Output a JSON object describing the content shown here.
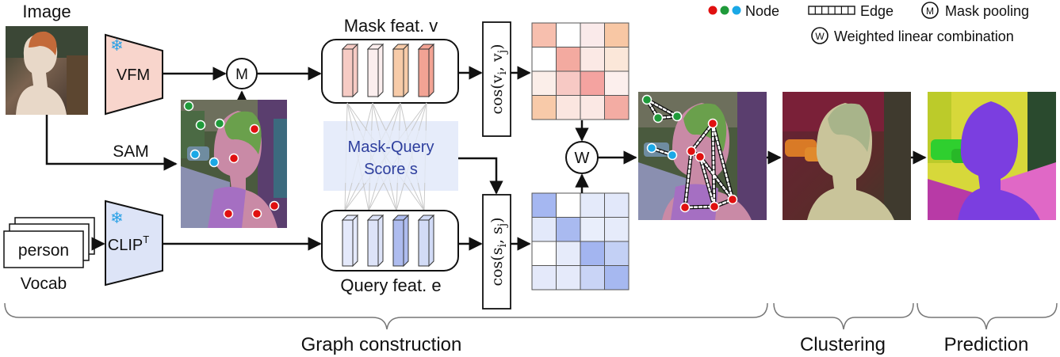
{
  "labels": {
    "image": "Image",
    "vfm": "VFM",
    "sam": "SAM",
    "person": "person",
    "vocab": "Vocab",
    "clip": "CLIP",
    "clip_sup": "T",
    "mask_feat": "Mask feat. v",
    "query_feat": "Query feat. e",
    "score_line1": "Mask-Query",
    "score_line2": "Score s",
    "cos_v": "cos(v_i, v_j)",
    "cos_s": "cos(s_i, s_j)",
    "pool_symbol": "M",
    "wlc_symbol": "W",
    "graph_construction": "Graph construction",
    "clustering": "Clustering",
    "prediction": "Prediction"
  },
  "legend": {
    "node": "Node",
    "edge": "Edge",
    "pool_symbol": "M",
    "mask_pooling": "Mask pooling",
    "wlc_symbol": "W",
    "weighted_linear_combination": "Weighted linear combination"
  },
  "colors": {
    "vfm_fill": "#f8d5cc",
    "clip_fill": "#dde4f7",
    "score_fill": "#e6ecfa",
    "score_text": "#2e3f9e",
    "node_red": "#e01010",
    "node_green": "#1f9a3a",
    "node_blue": "#1aa8e6"
  },
  "mask_feat_bars": [
    "#f6cbc4",
    "#fbeeee",
    "#f7cba8",
    "#f2a394"
  ],
  "query_feat_bars": [
    "#e4e9fb",
    "#dde3f8",
    "#aebcef",
    "#d2dbf6"
  ],
  "mask_heatmap": [
    [
      "#f7bfae",
      "#ffffff",
      "#faeaea",
      "#f8c7a4"
    ],
    [
      "#ffffff",
      "#f3aaa0",
      "#fbe9e5",
      "#fbe7d9"
    ],
    [
      "#fbeee9",
      "#f7c9c4",
      "#f4a3a0",
      "#fcefed"
    ],
    [
      "#f8caa9",
      "#fbe6e0",
      "#fbe8e4",
      "#f3aca3"
    ]
  ],
  "query_heatmap": [
    [
      "#a5b7f1",
      "#ffffff",
      "#e4eafa",
      "#e2e8fa"
    ],
    [
      "#e3e9fa",
      "#a9baf0",
      "#e9eefb",
      "#e6ebfa"
    ],
    [
      "#ffffff",
      "#e6ebfa",
      "#a3b5f0",
      "#c3d0f5"
    ],
    [
      "#e4e9fa",
      "#e5eafa",
      "#c9d4f6",
      "#a6b8f0"
    ]
  ]
}
